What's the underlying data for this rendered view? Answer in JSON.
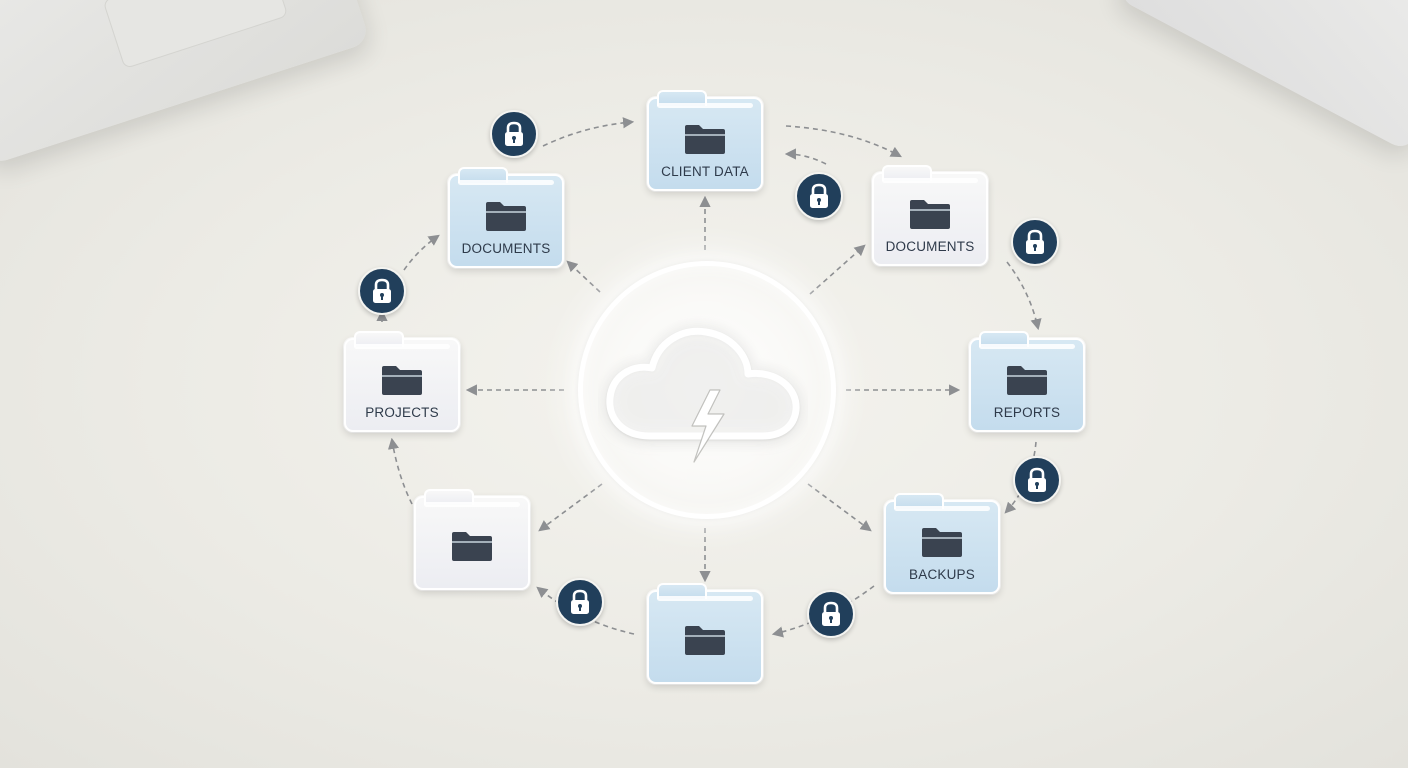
{
  "diagram": {
    "hub": {
      "icon": "cloud-lightning-icon"
    },
    "folders": [
      {
        "id": "client-data",
        "label": "CLIENT DATA",
        "style": "blue"
      },
      {
        "id": "documents-right",
        "label": "DOCUMENTS",
        "style": "white"
      },
      {
        "id": "reports",
        "label": "REPORTS",
        "style": "blue"
      },
      {
        "id": "backups",
        "label": "BACKUPS",
        "style": "blue"
      },
      {
        "id": "bottom",
        "label": "",
        "style": "blue"
      },
      {
        "id": "bottom-left",
        "label": "",
        "style": "white"
      },
      {
        "id": "projects",
        "label": "PROJECTS",
        "style": "white"
      },
      {
        "id": "documents-left",
        "label": "DOCUMENTS",
        "style": "blue"
      }
    ],
    "folder_icon": "folder-icon",
    "lock_icon": "padlock-icon",
    "colors": {
      "lock_badge": "#213f5b",
      "folder_blue": "#c4dced",
      "folder_white": "#ecedf2",
      "folder_glyph": "#3a4350",
      "arrow": "#8d8f92"
    }
  }
}
